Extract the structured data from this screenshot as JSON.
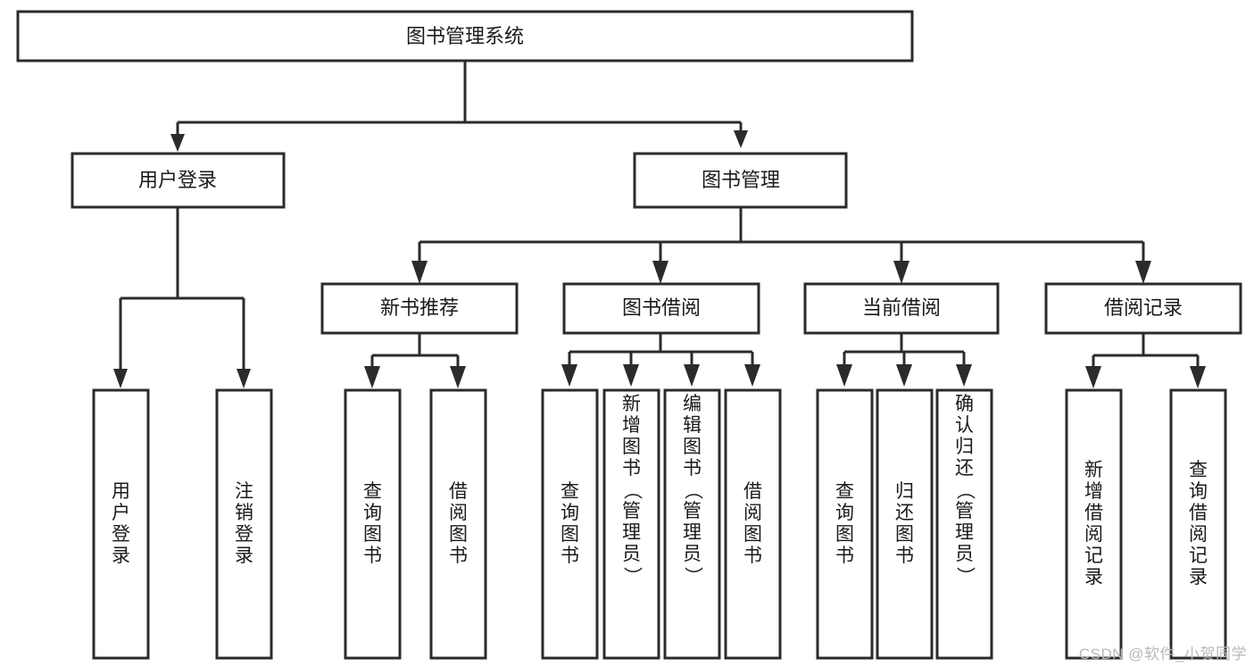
{
  "diagram": {
    "title": "图书管理系统",
    "watermark": "CSDN @软件_小贺同学",
    "type": "tree",
    "orientation": "top-down",
    "colors": {
      "stroke": "#2b2b2b",
      "fill": "#ffffff",
      "text": "#1a1a1a",
      "watermark": "#b9b9b9",
      "background": "#ffffff"
    },
    "nodes": {
      "root": {
        "label": "图书管理系统",
        "level": 0,
        "orientation": "horizontal"
      },
      "l1": [
        {
          "id": "user-login",
          "label": "用户登录",
          "orientation": "horizontal"
        },
        {
          "id": "book-manage",
          "label": "图书管理",
          "orientation": "horizontal"
        }
      ],
      "l2": [
        {
          "id": "new-book-rec",
          "label": "新书推荐",
          "parent": "book-manage",
          "orientation": "horizontal"
        },
        {
          "id": "book-borrow",
          "label": "图书借阅",
          "parent": "book-manage",
          "orientation": "horizontal"
        },
        {
          "id": "current-borrow",
          "label": "当前借阅",
          "parent": "book-manage",
          "orientation": "horizontal"
        },
        {
          "id": "borrow-record",
          "label": "借阅记录",
          "parent": "book-manage",
          "orientation": "horizontal"
        }
      ],
      "leaves": [
        {
          "id": "leaf-user-login",
          "parent": "user-login",
          "label": "用户登录",
          "chars": [
            "用",
            "户",
            "登",
            "录"
          ]
        },
        {
          "id": "leaf-logout",
          "parent": "user-login",
          "label": "注销登录",
          "chars": [
            "注",
            "销",
            "登",
            "录"
          ]
        },
        {
          "id": "leaf-query-book-1",
          "parent": "new-book-rec",
          "label": "查询图书",
          "chars": [
            "查",
            "询",
            "图",
            "书"
          ]
        },
        {
          "id": "leaf-borrow-book-1",
          "parent": "new-book-rec",
          "label": "借阅图书",
          "chars": [
            "借",
            "阅",
            "图",
            "书"
          ]
        },
        {
          "id": "leaf-query-book-2",
          "parent": "book-borrow",
          "label": "查询图书",
          "chars": [
            "查",
            "询",
            "图",
            "书"
          ]
        },
        {
          "id": "leaf-add-book",
          "parent": "book-borrow",
          "label": "新增图书（管理员）",
          "chars": [
            "新",
            "增",
            "图",
            "书",
            "（",
            "管",
            "理",
            "员",
            "）"
          ]
        },
        {
          "id": "leaf-edit-book",
          "parent": "book-borrow",
          "label": "编辑图书（管理员）",
          "chars": [
            "编",
            "辑",
            "图",
            "书",
            "（",
            "管",
            "理",
            "员",
            "）"
          ]
        },
        {
          "id": "leaf-borrow-book-2",
          "parent": "book-borrow",
          "label": "借阅图书",
          "chars": [
            "借",
            "阅",
            "图",
            "书"
          ]
        },
        {
          "id": "leaf-query-book-3",
          "parent": "current-borrow",
          "label": "查询图书",
          "chars": [
            "查",
            "询",
            "图",
            "书"
          ]
        },
        {
          "id": "leaf-return-book",
          "parent": "current-borrow",
          "label": "归还图书",
          "chars": [
            "归",
            "还",
            "图",
            "书"
          ]
        },
        {
          "id": "leaf-confirm-return",
          "parent": "current-borrow",
          "label": "确认归还（管理员）",
          "chars": [
            "确",
            "认",
            "归",
            "还",
            "（",
            "管",
            "理",
            "员",
            "）"
          ]
        },
        {
          "id": "leaf-add-record",
          "parent": "borrow-record",
          "label": "新增借阅记录",
          "chars": [
            "新",
            "增",
            "借",
            "阅",
            "记",
            "录"
          ]
        },
        {
          "id": "leaf-query-record",
          "parent": "borrow-record",
          "label": "查询借阅记录",
          "chars": [
            "查",
            "询",
            "借",
            "阅",
            "记",
            "录"
          ]
        }
      ]
    }
  }
}
